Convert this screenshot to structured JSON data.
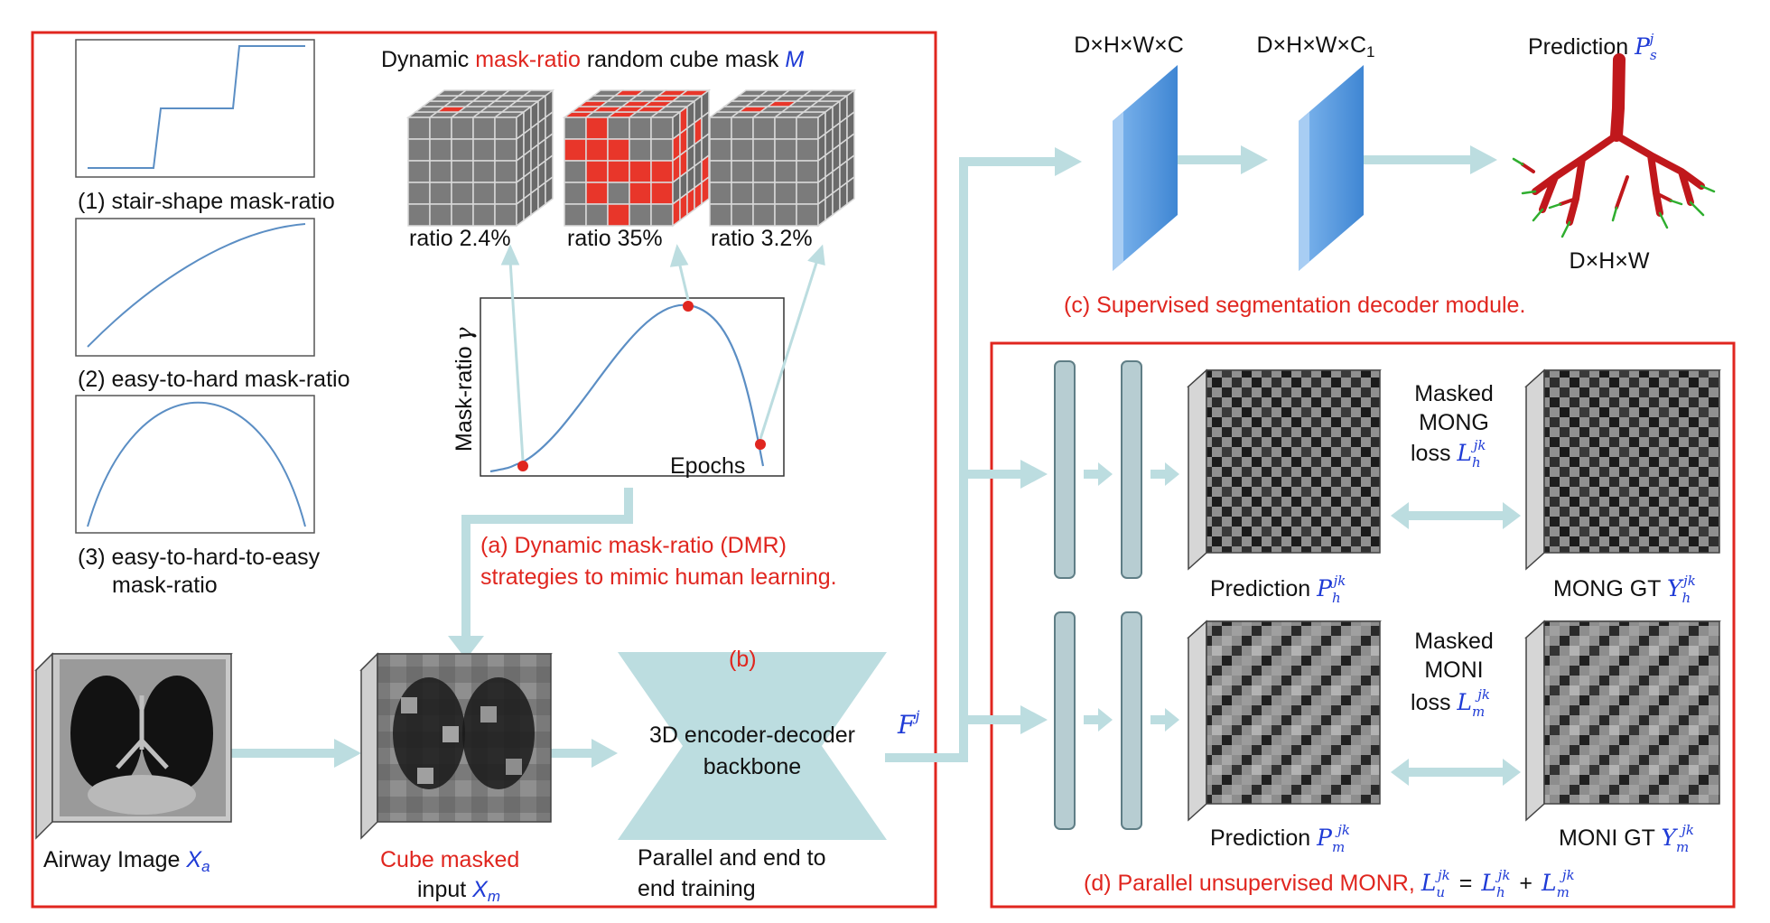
{
  "colors": {
    "red": "#e0261f",
    "blue": "#1f3bd6",
    "arrow": "#bcdde0",
    "backbone": "#bcdde0",
    "featureBlue": "#4a8fd6",
    "cubeGray": "#7b7b7b",
    "mask": "#e8362a"
  },
  "panel_a": {
    "cube_title": {
      "pre": "Dynamic ",
      "accent": "mask-ratio",
      "post": " random cube mask ",
      "symbol": "M"
    },
    "cubes": [
      {
        "ratio_label": "ratio 2.4%",
        "mask_ratio": 2.4
      },
      {
        "ratio_label": "ratio 35%",
        "mask_ratio": 35
      },
      {
        "ratio_label": "ratio 3.2%",
        "mask_ratio": 3.2
      }
    ],
    "strategies": [
      {
        "line1": "(1) stair-shape mask-ratio",
        "line2": "",
        "icon": "stair-curve"
      },
      {
        "line1": "(2) easy-to-hard mask-ratio",
        "line2": "",
        "icon": "rising-curve"
      },
      {
        "line1": "(3) easy-to-hard-to-easy",
        "line2": "mask-ratio",
        "icon": "arch-curve"
      }
    ],
    "curve": {
      "ylabel": "Mask-ratio",
      "ysymbol": "γ",
      "xlabel": "Epochs"
    },
    "caption_line1": "(a) Dynamic mask-ratio (DMR)",
    "caption_line2": "strategies to mimic human learning."
  },
  "panel_b": {
    "tag": "(b)",
    "backbone_line1": "3D encoder-decoder",
    "backbone_line2": "backbone",
    "training_line1": "Parallel and end to",
    "training_line2": "end training",
    "feature": {
      "base": "F",
      "sup": "j"
    }
  },
  "inputs": {
    "airway_label": "Airway Image ",
    "airway_symbol": "X",
    "airway_sub": "a",
    "masked_line1": "Cube masked",
    "masked_line2": "input ",
    "masked_symbol": "X",
    "masked_sub": "m"
  },
  "panel_c": {
    "feat1": "D×H×W×C",
    "feat2_base": "D×H×W×C",
    "feat2_sub": "1",
    "prediction": "Prediction ",
    "pred_base": "P",
    "pred_sub": "s",
    "pred_sup": "j",
    "output_dims": "D×H×W",
    "caption": "(c) Supervised segmentation decoder module."
  },
  "panel_d": {
    "mong_loss": [
      "Masked",
      "MONG",
      "loss "
    ],
    "moni_loss": [
      "Masked",
      "MONI",
      "loss "
    ],
    "pred_label": "Prediction ",
    "mong_gt": "MONG GT ",
    "moni_gt": "MONI GT ",
    "sym_L": "L",
    "sym_P": "P",
    "sym_Y": "Y",
    "sup_jk": "jk",
    "sub_h": "h",
    "sub_m": "m",
    "sub_u": "u",
    "caption": "(d) Parallel unsupervised MONR, ",
    "eq": "=",
    "plus": "+"
  }
}
